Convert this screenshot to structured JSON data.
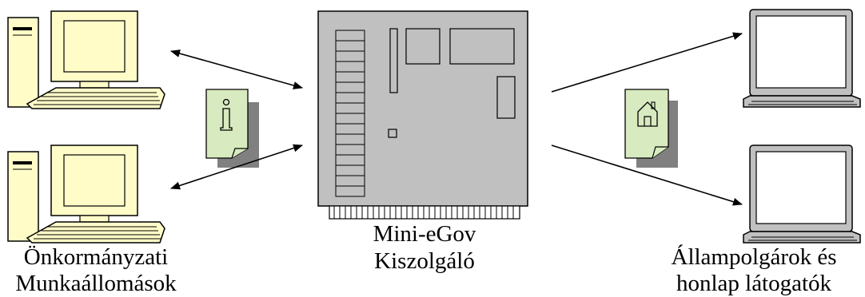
{
  "workstations_label": {
    "line1": "Önkormányzati",
    "line2": "Munkaállomások"
  },
  "server_label": {
    "line1": "Mini-eGov",
    "line2": "Kiszolgáló"
  },
  "citizens_label": {
    "line1": "Állampolgárok és",
    "line2": "honlap látogatók"
  },
  "colors": {
    "workstation_fill": "#fffcc8",
    "server_fill": "#c0c0c0",
    "document_fill": "#d8eabf",
    "laptop_fill": "#c0c0c0",
    "shadow": "#808080",
    "stroke": "#000000"
  },
  "icons": [
    "desktop-computer-icon",
    "server-board-icon",
    "info-document-icon",
    "home-document-icon",
    "laptop-icon"
  ]
}
